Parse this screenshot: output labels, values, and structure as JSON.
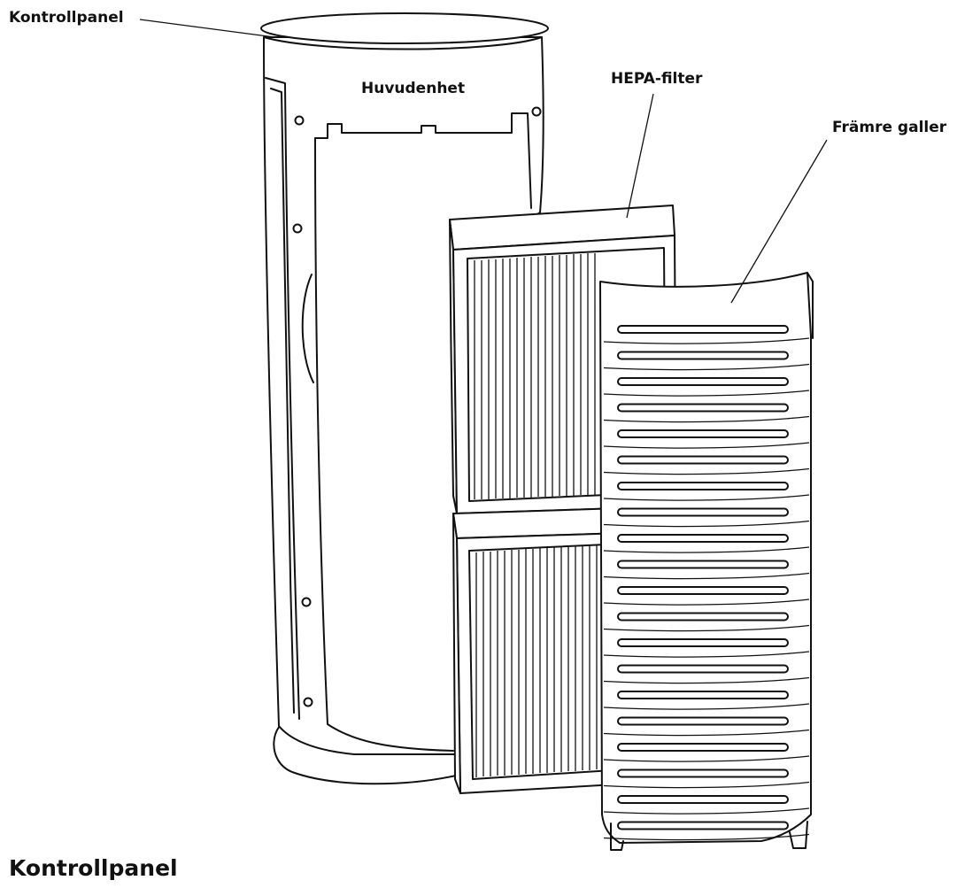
{
  "labels": {
    "kontrollpanel": "Kontrollpanel",
    "huvudenhet": "Huvudenhet",
    "hepa_filter": "HEPA-filter",
    "framre_galler": "Främre galler"
  },
  "section_heading": "Kontrollpanel"
}
